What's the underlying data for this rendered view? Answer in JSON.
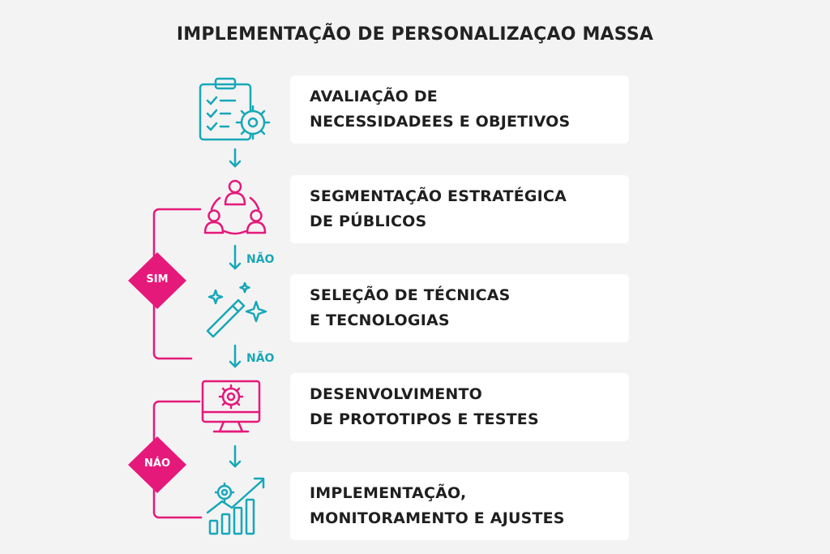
{
  "title": "IMPLEMENTAÇÃO DE PERSONALIZAÇAO MASSA",
  "colors": {
    "teal": "#16a8b8",
    "magenta": "#e5197a",
    "card": "#ffffff",
    "background": "#f4f3f4"
  },
  "steps": [
    {
      "line1": "AVALIAÇÃO DE",
      "line2": "NECESSIDADEES E OBJETIVOS",
      "icon": "clipboard-gear-icon",
      "icon_color": "teal"
    },
    {
      "line1": "SEGMENTAÇÃO ESTRATÉGICA",
      "line2": "DE PÚBLICOS",
      "icon": "people-cycle-icon",
      "icon_color": "magenta"
    },
    {
      "line1": "SELEÇÃO DE TÉCNICAS",
      "line2": "E TECNOLOGIAS",
      "icon": "magic-wand-icon",
      "icon_color": "teal"
    },
    {
      "line1": "DESENVOLVIMENTO",
      "line2": "DE PROTOTIPOS E TESTES",
      "icon": "monitor-gear-icon",
      "icon_color": "magenta"
    },
    {
      "line1": "IMPLEMENTAÇÃO,",
      "line2": "MONITORAMENTO E AJUSTES",
      "icon": "growth-chart-icon",
      "icon_color": "teal"
    }
  ],
  "arrow_labels": {
    "first": "NÃO",
    "second": "NÃO"
  },
  "decisions": {
    "upper": "SIM",
    "lower": "NÁO"
  }
}
